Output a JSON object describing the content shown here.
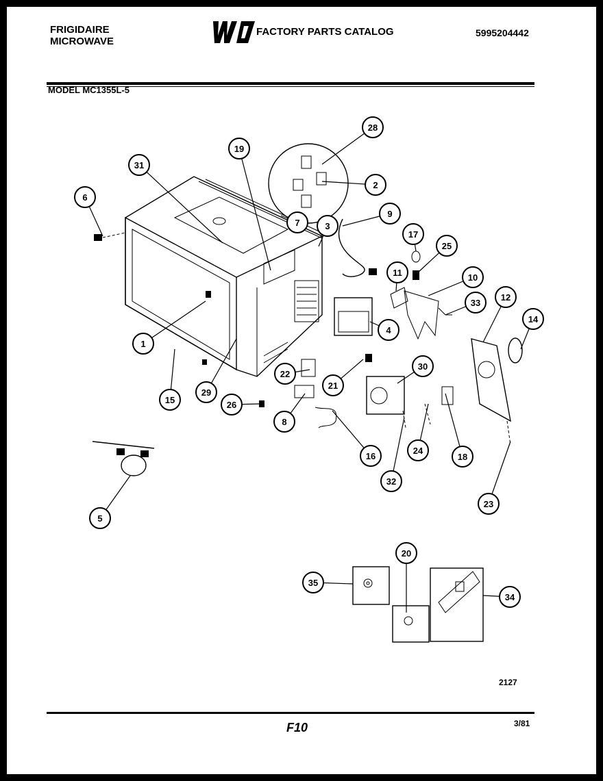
{
  "header": {
    "brand_line1": "FRIGIDAIRE",
    "brand_line2": "MICROWAVE",
    "logo_text": "WCI",
    "catalog_title": "FACTORY PARTS CATALOG",
    "catalog_number": "5995204442"
  },
  "model_label": "MODEL MC1355L-5",
  "callouts": [
    "28",
    "19",
    "31",
    "2",
    "6",
    "9",
    "7",
    "3",
    "17",
    "25",
    "11",
    "10",
    "33",
    "12",
    "14",
    "1",
    "4",
    "30",
    "22",
    "21",
    "15",
    "29",
    "26",
    "8",
    "16",
    "24",
    "18",
    "32",
    "23",
    "5",
    "20",
    "35",
    "34"
  ],
  "footer": {
    "diagram_code": "2127",
    "page_code": "F10",
    "date": "3/81"
  }
}
